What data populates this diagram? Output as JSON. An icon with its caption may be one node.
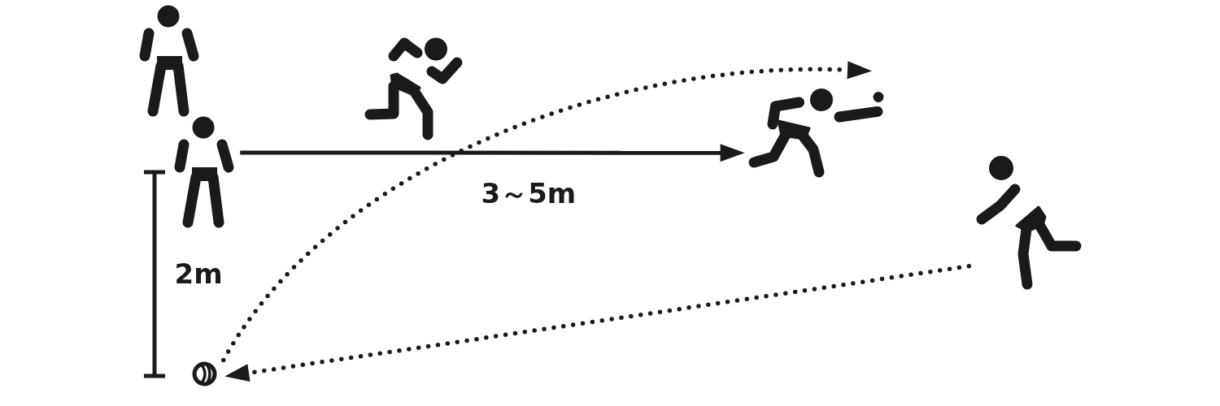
{
  "diagram": {
    "nodes": [
      {
        "text": [],
        "shape": "person"
      },
      {
        "text": [],
        "shape": "person"
      },
      {
        "text": [],
        "shape": "person"
      },
      {
        "text": [],
        "shape": "person"
      },
      {
        "text": [],
        "shape": "person"
      },
      {
        "text": [],
        "shape": "circle"
      }
    ],
    "edges": [
      {
        "from": 1,
        "to": 3,
        "arrow": "to",
        "label": "3～5m"
      },
      {
        "from": 5,
        "to": 3,
        "arrow": "to",
        "style": "dashed"
      },
      {
        "from": 4,
        "to": 5,
        "arrow": "to",
        "style": "dashed"
      }
    ],
    "labels": [
      "2m"
    ]
  }
}
